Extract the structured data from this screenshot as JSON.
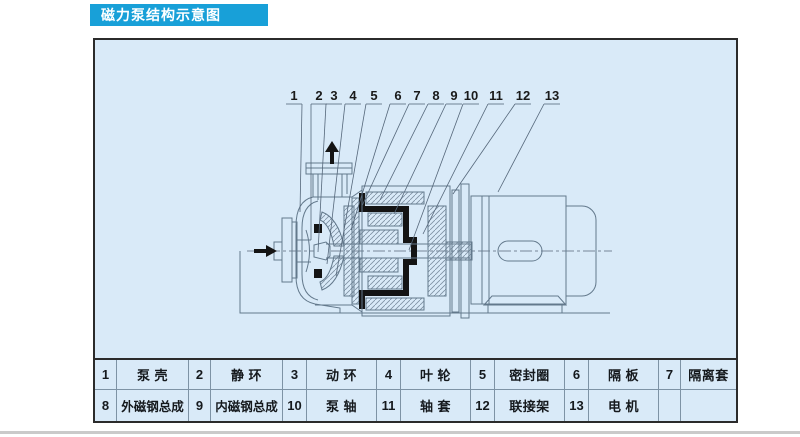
{
  "header": {
    "title": "磁力泵结构示意图"
  },
  "diagram": {
    "callouts": [
      "1",
      "2",
      "3",
      "4",
      "5",
      "6",
      "7",
      "8",
      "9",
      "10",
      "11",
      "12",
      "13"
    ]
  },
  "table": {
    "rows": [
      [
        {
          "num": "1",
          "name": "泵 壳"
        },
        {
          "num": "2",
          "name": "静 环"
        },
        {
          "num": "3",
          "name": "动 环"
        },
        {
          "num": "4",
          "name": "叶 轮"
        },
        {
          "num": "5",
          "name": "密封圈"
        },
        {
          "num": "6",
          "name": "隔 板"
        },
        {
          "num": "7",
          "name": "隔离套"
        }
      ],
      [
        {
          "num": "8",
          "name": "外磁钢总成"
        },
        {
          "num": "9",
          "name": "内磁钢总成"
        },
        {
          "num": "10",
          "name": "泵 轴"
        },
        {
          "num": "11",
          "name": "轴 套"
        },
        {
          "num": "12",
          "name": "联接架"
        },
        {
          "num": "13",
          "name": "电 机"
        },
        {
          "num": "",
          "name": ""
        }
      ]
    ]
  },
  "colors": {
    "accent": "#18a0d8",
    "canvas": "#d9eaf8",
    "drawing_line": "#63798c",
    "table_line": "#7e93a5",
    "black_fill": "#141414"
  }
}
